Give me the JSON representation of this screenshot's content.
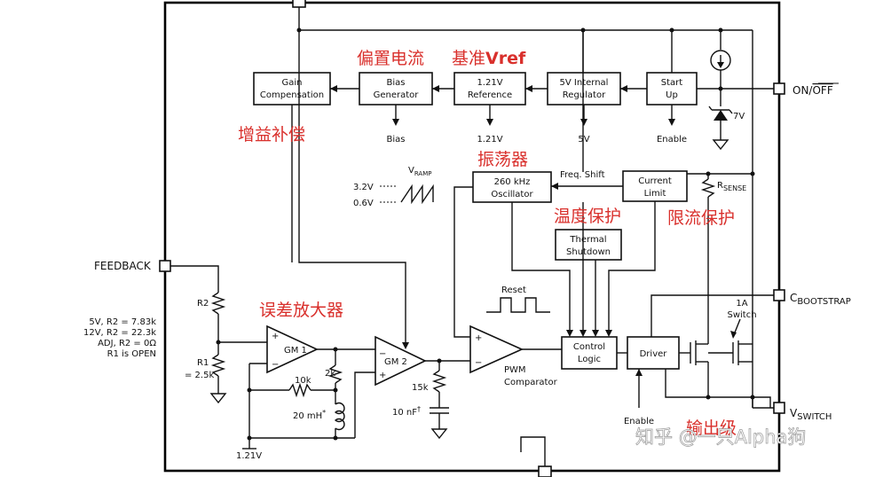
{
  "pins": {
    "on_off": "ON/",
    "on_off_bar": "OFF",
    "feedback": "FEEDBACK",
    "c_bootstrap_main": "C",
    "c_bootstrap_sub": "BOOTSTRAP",
    "v_switch_main": "V",
    "v_switch_sub": "SWITCH"
  },
  "blocks": {
    "gain_comp_1": "Gain",
    "gain_comp_2": "Compensation",
    "bias_gen_1": "Bias",
    "bias_gen_2": "Generator",
    "ref_1": "1.21V",
    "ref_2": "Reference",
    "reg_1": "5V Internal",
    "reg_2": "Regulator",
    "startup_1": "Start",
    "startup_2": "Up",
    "osc_1": "260 kHz",
    "osc_2": "Oscillator",
    "climit_1": "Current",
    "climit_2": "Limit",
    "thermal_1": "Thermal",
    "thermal_2": "Shutdown",
    "control_1": "Control",
    "control_2": "Logic",
    "driver": "Driver",
    "gm1": "GM 1",
    "gm2": "GM 2",
    "pwm_1": "PWM",
    "pwm_2": "Comparator"
  },
  "outputs": {
    "bias": "Bias",
    "v121": "1.21V",
    "v5": "5V",
    "enable": "Enable"
  },
  "labels": {
    "zener": "7V",
    "freq_shift": "Freq. Shift",
    "vramp_main": "V",
    "vramp_sub": "RAMP",
    "v32": "3.2V",
    "v06": "0.6V",
    "rsense_main": "R",
    "rsense_sub": "SENSE",
    "reset": "Reset",
    "switch_1": "1A",
    "switch_2": "Switch",
    "r2": "R2",
    "r1": "R1",
    "r1_val": "= 2.5k",
    "cfg_1": "5V, R2 = 7.83k",
    "cfg_2": "12V, R2 = 22.3k",
    "cfg_3": "ADJ, R2 = 0Ω",
    "cfg_4": "R1 is OPEN",
    "r10k": "10k",
    "r2k": "2k",
    "l20mh": "20 mH",
    "l20mh_mark": "*",
    "r15k": "15k",
    "c10nf": "10 nF",
    "c10nf_mark": "†",
    "ref_bottom": "1.21V",
    "enable_bottom": "Enable",
    "plus": "+",
    "minus": "−"
  },
  "annotations": {
    "bias_current": "偏置电流",
    "vref_cn": "基准",
    "vref_en": "Vref",
    "gain_comp": "增益补偿",
    "oscillator": "振荡器",
    "thermal": "温度保护",
    "current_limit": "限流保护",
    "error_amp": "误差放大器",
    "output_stage": "输出级"
  },
  "watermark": "知乎 @一只Alpha狗",
  "colors": {
    "annotation": "#d9302c",
    "line": "#111111",
    "background": "#ffffff"
  }
}
